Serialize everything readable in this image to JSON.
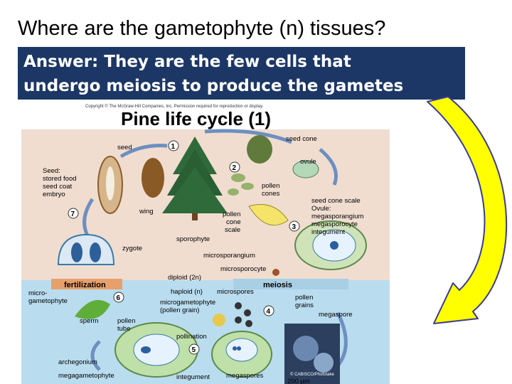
{
  "slide": {
    "title": "Where are the gametophyte (n) tissues?",
    "answer_line1": "Answer: They are the few cells that",
    "answer_line2": "undergo meiosis to produce the gametes"
  },
  "figure": {
    "copyright": "Copyright © The McGraw-Hill Companies, Inc. Permission required for reproduction or display.",
    "title": "Pine life cycle (1)",
    "labels": {
      "seed": "seed",
      "seed_cone": "seed cone",
      "ovule": "ovule",
      "seed_parts_1": "Seed:",
      "seed_parts_2": "stored food",
      "seed_parts_3": "seed coat",
      "seed_parts_4": "embryo",
      "wing": "wing",
      "pollen_cones_1": "pollen",
      "pollen_cones_2": "cones",
      "seed_cone_scale": "seed cone scale",
      "ovule_1": "Ovule:",
      "ovule_2": "megasporangium",
      "ovule_3": "megasporocyte",
      "ovule_4": "integument",
      "pollen_cone_scale_1": "pollen",
      "pollen_cone_scale_2": "cone",
      "pollen_cone_scale_3": "scale",
      "sporophyte": "sporophyte",
      "zygote": "zygote",
      "microsporangium": "microsporangium",
      "microsporocyte": "microsporocyte",
      "diploid": "diploid (2n)",
      "fertilization": "fertilization",
      "meiosis": "meiosis",
      "haploid": "haploid (n)",
      "microspores": "microspores",
      "pollen_grains_1": "pollen",
      "pollen_grains_2": "grains",
      "micro_1": "micro-",
      "micro_2": "gametophyte",
      "microgametophyte_1": "microgametophyte",
      "microgametophyte_2": "(pollen grain)",
      "megaspore": "megaspore",
      "sperm": "sperm",
      "pollen_tube_1": "pollen",
      "pollen_tube_2": "tube",
      "pollination": "pollination",
      "archegonium": "archegonium",
      "megagametophyte": "megagametophyte",
      "integument": "integument",
      "megaspores": "megaspores",
      "scale": "200 µm",
      "micro_credit": "© CABISCO/Phototake"
    },
    "steps": [
      "1",
      "2",
      "3",
      "4",
      "5",
      "6",
      "7"
    ]
  },
  "colors": {
    "answer_bg": "#1c3766",
    "figure_bg_top": "#f0ddd0",
    "figure_bg_bottom": "#b9dcef",
    "arrow_fill": "#ffff00",
    "arrow_stroke": "#3a3a9a",
    "tree": "#2f6a3a"
  }
}
